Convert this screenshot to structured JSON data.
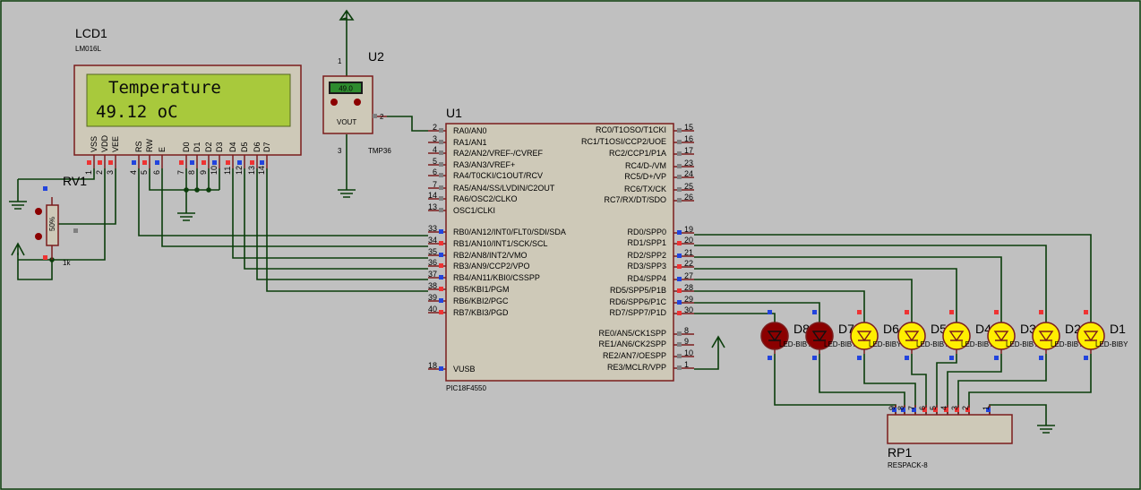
{
  "lcd": {
    "ref": "LCD1",
    "part": "LM016L",
    "line1": "Temperature",
    "line2": "49.12 oC",
    "pin_names": [
      "VSS",
      "VDD",
      "VEE",
      "RS",
      "RW",
      "E",
      "D0",
      "D1",
      "D2",
      "D3",
      "D4",
      "D5",
      "D6",
      "D7"
    ],
    "pin_numbers": [
      "1",
      "2",
      "3",
      "4",
      "5",
      "6",
      "7",
      "8",
      "9",
      "10",
      "11",
      "12",
      "13",
      "14"
    ]
  },
  "rv1": {
    "ref": "RV1",
    "value": "1k",
    "body_label": "50%"
  },
  "u2": {
    "ref": "U2",
    "part": "TMP36",
    "display": "49.0",
    "vout": "VOUT",
    "pin1": "1",
    "pin2": "2",
    "pin3": "3"
  },
  "u1": {
    "ref": "U1",
    "part": "PIC18F4550",
    "left_pins": [
      {
        "num": "2",
        "name": "RA0/AN0"
      },
      {
        "num": "3",
        "name": "RA1/AN1"
      },
      {
        "num": "4",
        "name": "RA2/AN2/VREF-/CVREF"
      },
      {
        "num": "5",
        "name": "RA3/AN3/VREF+"
      },
      {
        "num": "6",
        "name": "RA4/T0CKI/C1OUT/RCV"
      },
      {
        "num": "7",
        "name": "RA5/AN4/SS/LVDIN/C2OUT"
      },
      {
        "num": "14",
        "name": "RA6/OSC2/CLKO"
      },
      {
        "num": "13",
        "name": "OSC1/CLKI"
      },
      {
        "num": "33",
        "name": "RB0/AN12/INT0/FLT0/SDI/SDA"
      },
      {
        "num": "34",
        "name": "RB1/AN10/INT1/SCK/SCL"
      },
      {
        "num": "35",
        "name": "RB2/AN8/INT2/VMO"
      },
      {
        "num": "36",
        "name": "RB3/AN9/CCP2/VPO"
      },
      {
        "num": "37",
        "name": "RB4/AN11/KBI0/CSSPP"
      },
      {
        "num": "38",
        "name": "RB5/KBI1/PGM"
      },
      {
        "num": "39",
        "name": "RB6/KBI2/PGC"
      },
      {
        "num": "40",
        "name": "RB7/KBI3/PGD"
      },
      {
        "num": "18",
        "name": "VUSB"
      }
    ],
    "right_pins": [
      {
        "num": "15",
        "name": "RC0/T1OSO/T1CKI"
      },
      {
        "num": "16",
        "name": "RC1/T1OSI/CCP2/UOE"
      },
      {
        "num": "17",
        "name": "RC2/CCP1/P1A"
      },
      {
        "num": "23",
        "name": "RC4/D-/VM"
      },
      {
        "num": "24",
        "name": "RC5/D+/VP"
      },
      {
        "num": "25",
        "name": "RC6/TX/CK"
      },
      {
        "num": "26",
        "name": "RC7/RX/DT/SDO"
      },
      {
        "num": "19",
        "name": "RD0/SPP0"
      },
      {
        "num": "20",
        "name": "RD1/SPP1"
      },
      {
        "num": "21",
        "name": "RD2/SPP2"
      },
      {
        "num": "22",
        "name": "RD3/SPP3"
      },
      {
        "num": "27",
        "name": "RD4/SPP4"
      },
      {
        "num": "28",
        "name": "RD5/SPP5/P1B"
      },
      {
        "num": "29",
        "name": "RD6/SPP6/P1C"
      },
      {
        "num": "30",
        "name": "RD7/SPP7/P1D"
      },
      {
        "num": "8",
        "name": "RE0/AN5/CK1SPP"
      },
      {
        "num": "9",
        "name": "RE1/AN6/CK2SPP"
      },
      {
        "num": "10",
        "name": "RE2/AN7/OESPP"
      },
      {
        "num": "1",
        "name": "RE3/MCLR/VPP"
      }
    ]
  },
  "leds": [
    {
      "ref": "D8",
      "part": "LED-BIBY",
      "state": "off"
    },
    {
      "ref": "D7",
      "part": "LED-BIBY",
      "state": "off"
    },
    {
      "ref": "D6",
      "part": "LED-BIBY",
      "state": "on"
    },
    {
      "ref": "D5",
      "part": "LED-BIBY",
      "state": "on"
    },
    {
      "ref": "D4",
      "part": "LED-BIBY",
      "state": "on"
    },
    {
      "ref": "D3",
      "part": "LED-BIBY",
      "state": "on"
    },
    {
      "ref": "D2",
      "part": "LED-BIBY",
      "state": "on"
    },
    {
      "ref": "D1",
      "part": "LED-BIBY",
      "state": "on"
    }
  ],
  "rp1": {
    "ref": "RP1",
    "part": "RESPACK-8",
    "pin_numbers": [
      "9",
      "8",
      "7",
      "6",
      "5",
      "4",
      "3",
      "2",
      "1"
    ]
  },
  "colors": {
    "background": "#c0c0c0",
    "wire": "#0b3d0b",
    "lcd_screen": "#a8c93c",
    "led_on": "#ffee00",
    "led_off": "#8b0000"
  }
}
